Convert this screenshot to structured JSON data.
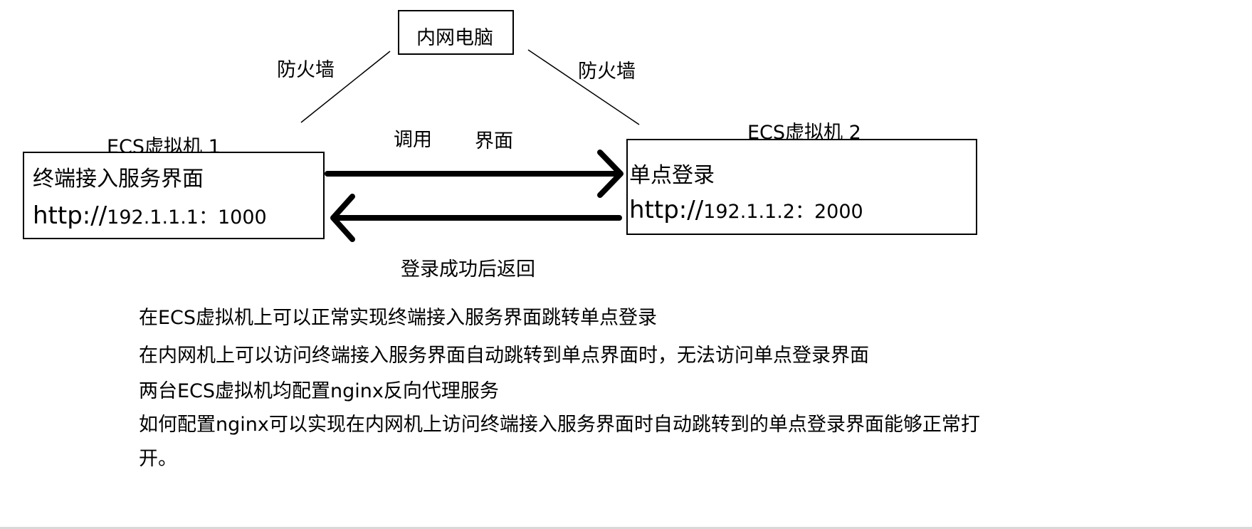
{
  "diagram": {
    "intranet_pc": {
      "label": "内网电脑"
    },
    "firewall_left": {
      "label": "防火墙"
    },
    "firewall_right": {
      "label": "防火墙"
    },
    "vm1": {
      "caption": "ECS虚拟机 1",
      "title": "终端接入服务界面",
      "url_scheme": "http://",
      "address": "192.1.1.1：1000"
    },
    "vm2": {
      "caption": "ECS虚拟机 2",
      "title": "单点登录",
      "url_scheme": "http://",
      "address": "192.1.1.2：2000"
    },
    "arrow_forward": {
      "label_left": "调用",
      "label_right": "界面"
    },
    "arrow_back": {
      "label": "登录成功后返回"
    }
  },
  "description": {
    "lines": [
      "在ECS虚拟机上可以正常实现终端接入服务界面跳转单点登录",
      "在内网机上可以访问终端接入服务界面自动跳转到单点界面时，无法访问单点登录界面",
      "两台ECS虚拟机均配置nginx反向代理服务",
      "如何配置nginx可以实现在内网机上访问终端接入服务界面时自动跳转到的单点登录界面能够正常打",
      "开。"
    ]
  },
  "colors": {
    "ink": "#000000",
    "background": "#ffffff"
  }
}
